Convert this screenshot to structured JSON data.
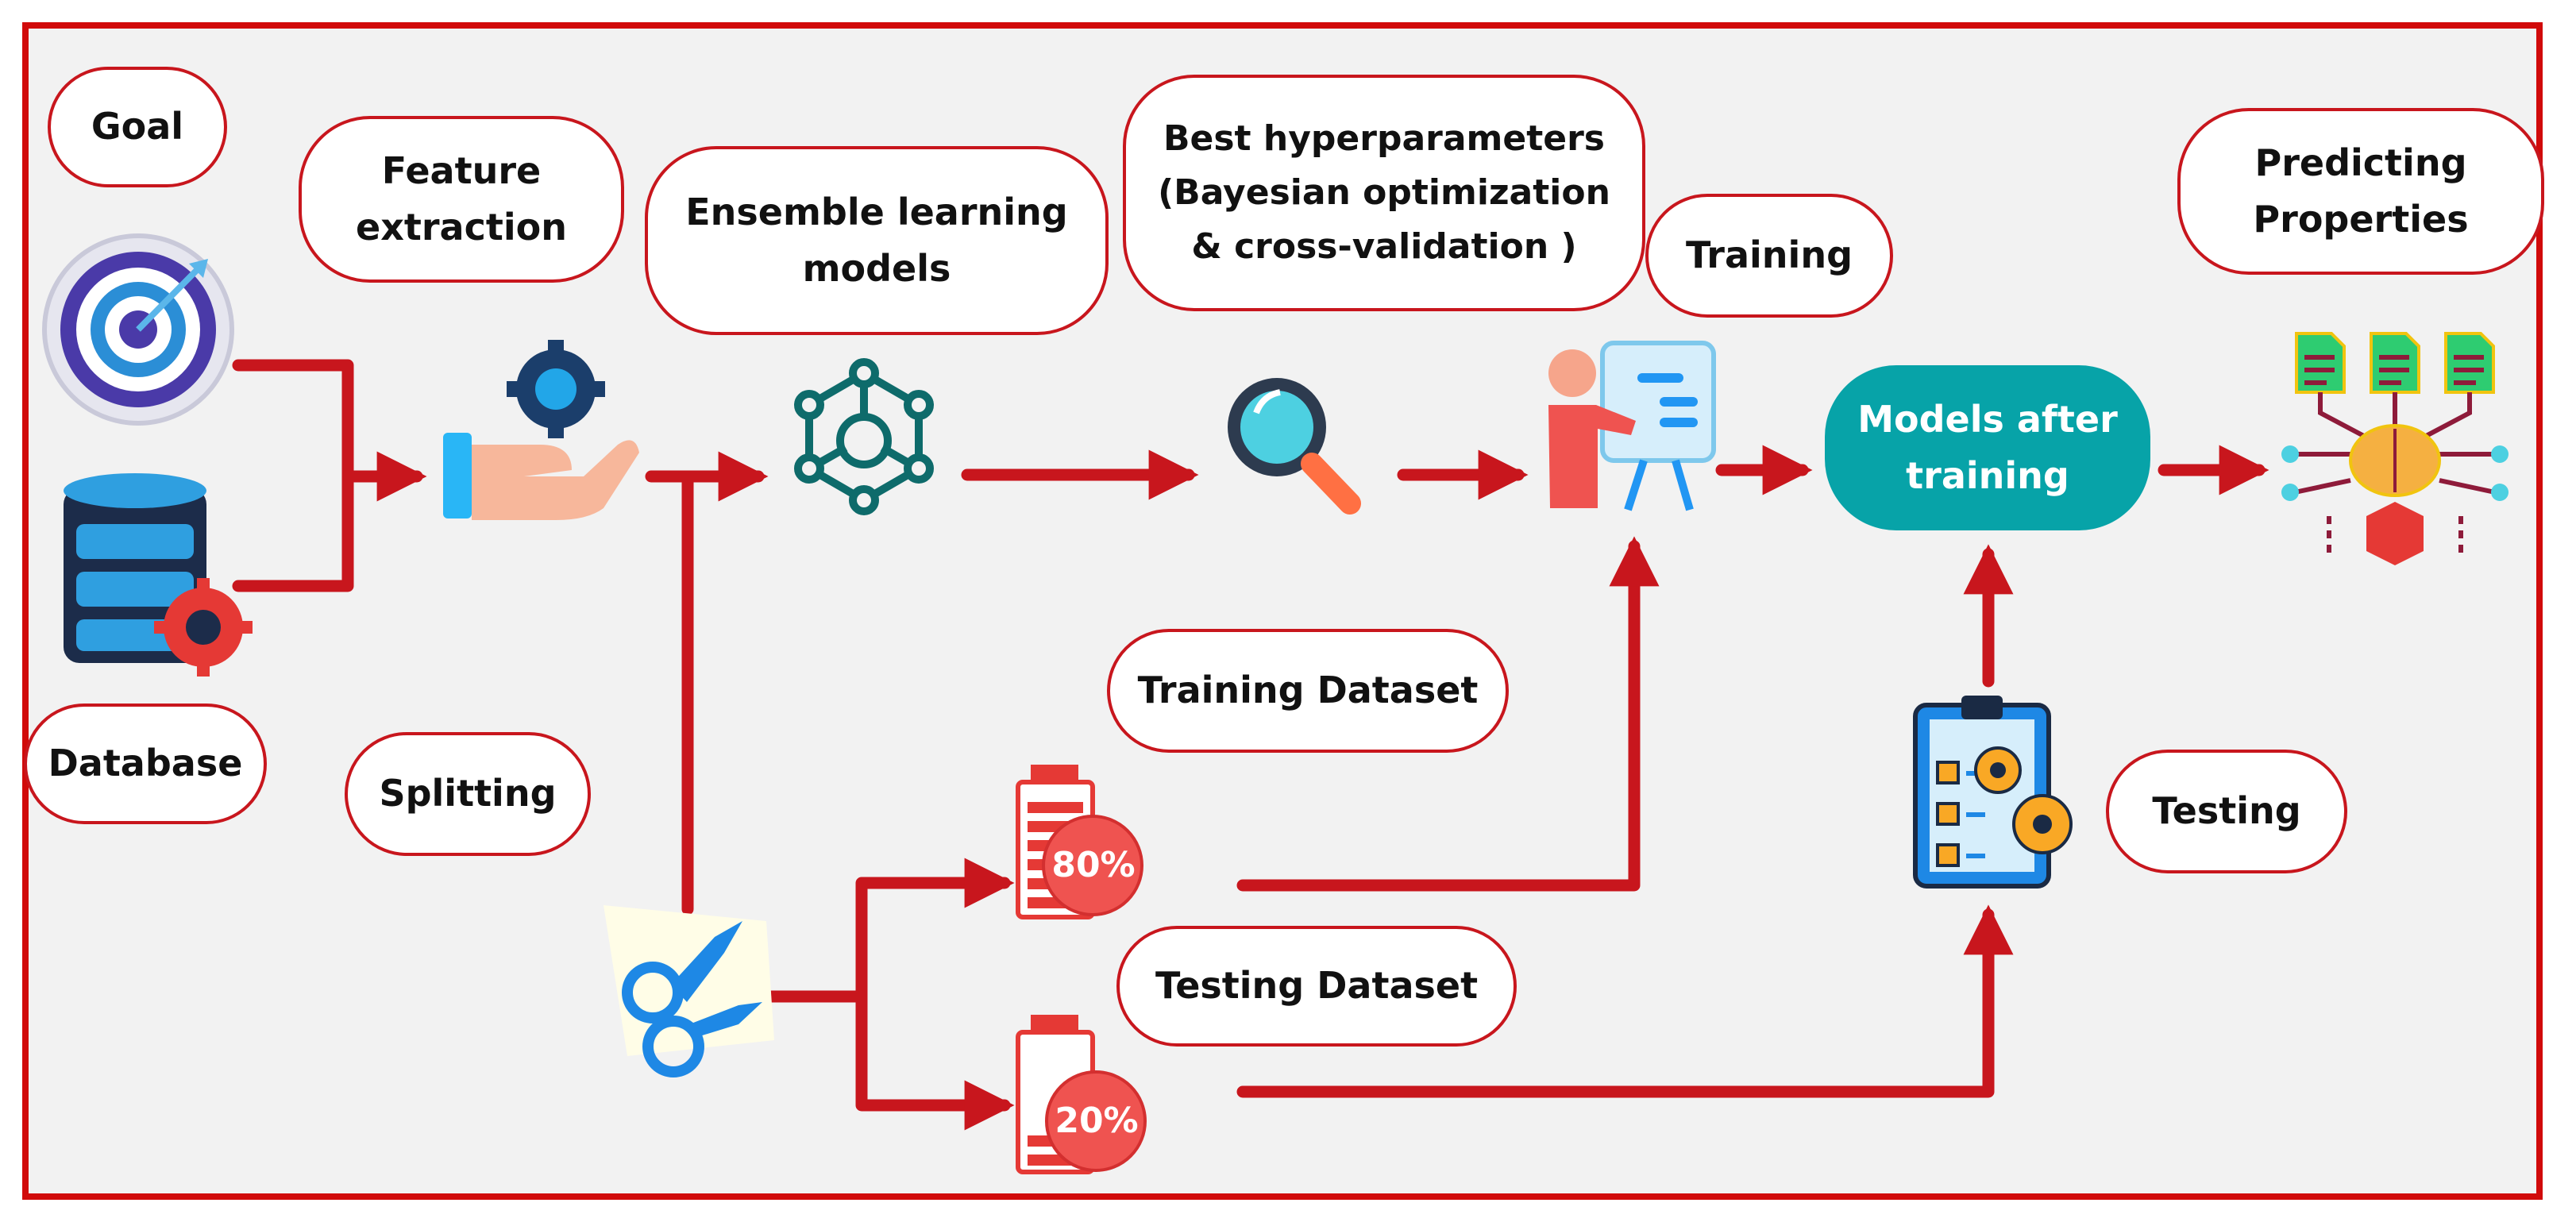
{
  "labels": {
    "goal": "Goal",
    "database": "Database",
    "feature_extraction": "Feature\nextraction",
    "splitting": "Splitting",
    "ensemble": "Ensemble learning\nmodels",
    "best_hyper": "Best hyperparameters\n(Bayesian optimization\n& cross-validation )",
    "training": "Training",
    "predicting": "Predicting\nProperties",
    "training_dataset": "Training Dataset",
    "testing_dataset": "Testing Dataset",
    "testing": "Testing",
    "models_after_training": "Models after\ntraining",
    "battery_80": "80%",
    "battery_20": "20%"
  },
  "icons": {
    "goal": "target-icon",
    "database": "database-gear-icon",
    "feature": "hand-gear-icon",
    "ensemble": "network-nodes-icon",
    "search": "magnifier-icon",
    "training": "presentation-icon",
    "predict": "documents-brain-icon",
    "splitting": "scissors-icon",
    "battery80": "battery-80-icon",
    "battery20": "battery-20-icon",
    "testing": "clipboard-gears-icon"
  },
  "colors": {
    "frame": "#d10a0a",
    "arrow": "#c8161d",
    "models_fill": "#07a3a8",
    "background": "#f2f2f2"
  }
}
